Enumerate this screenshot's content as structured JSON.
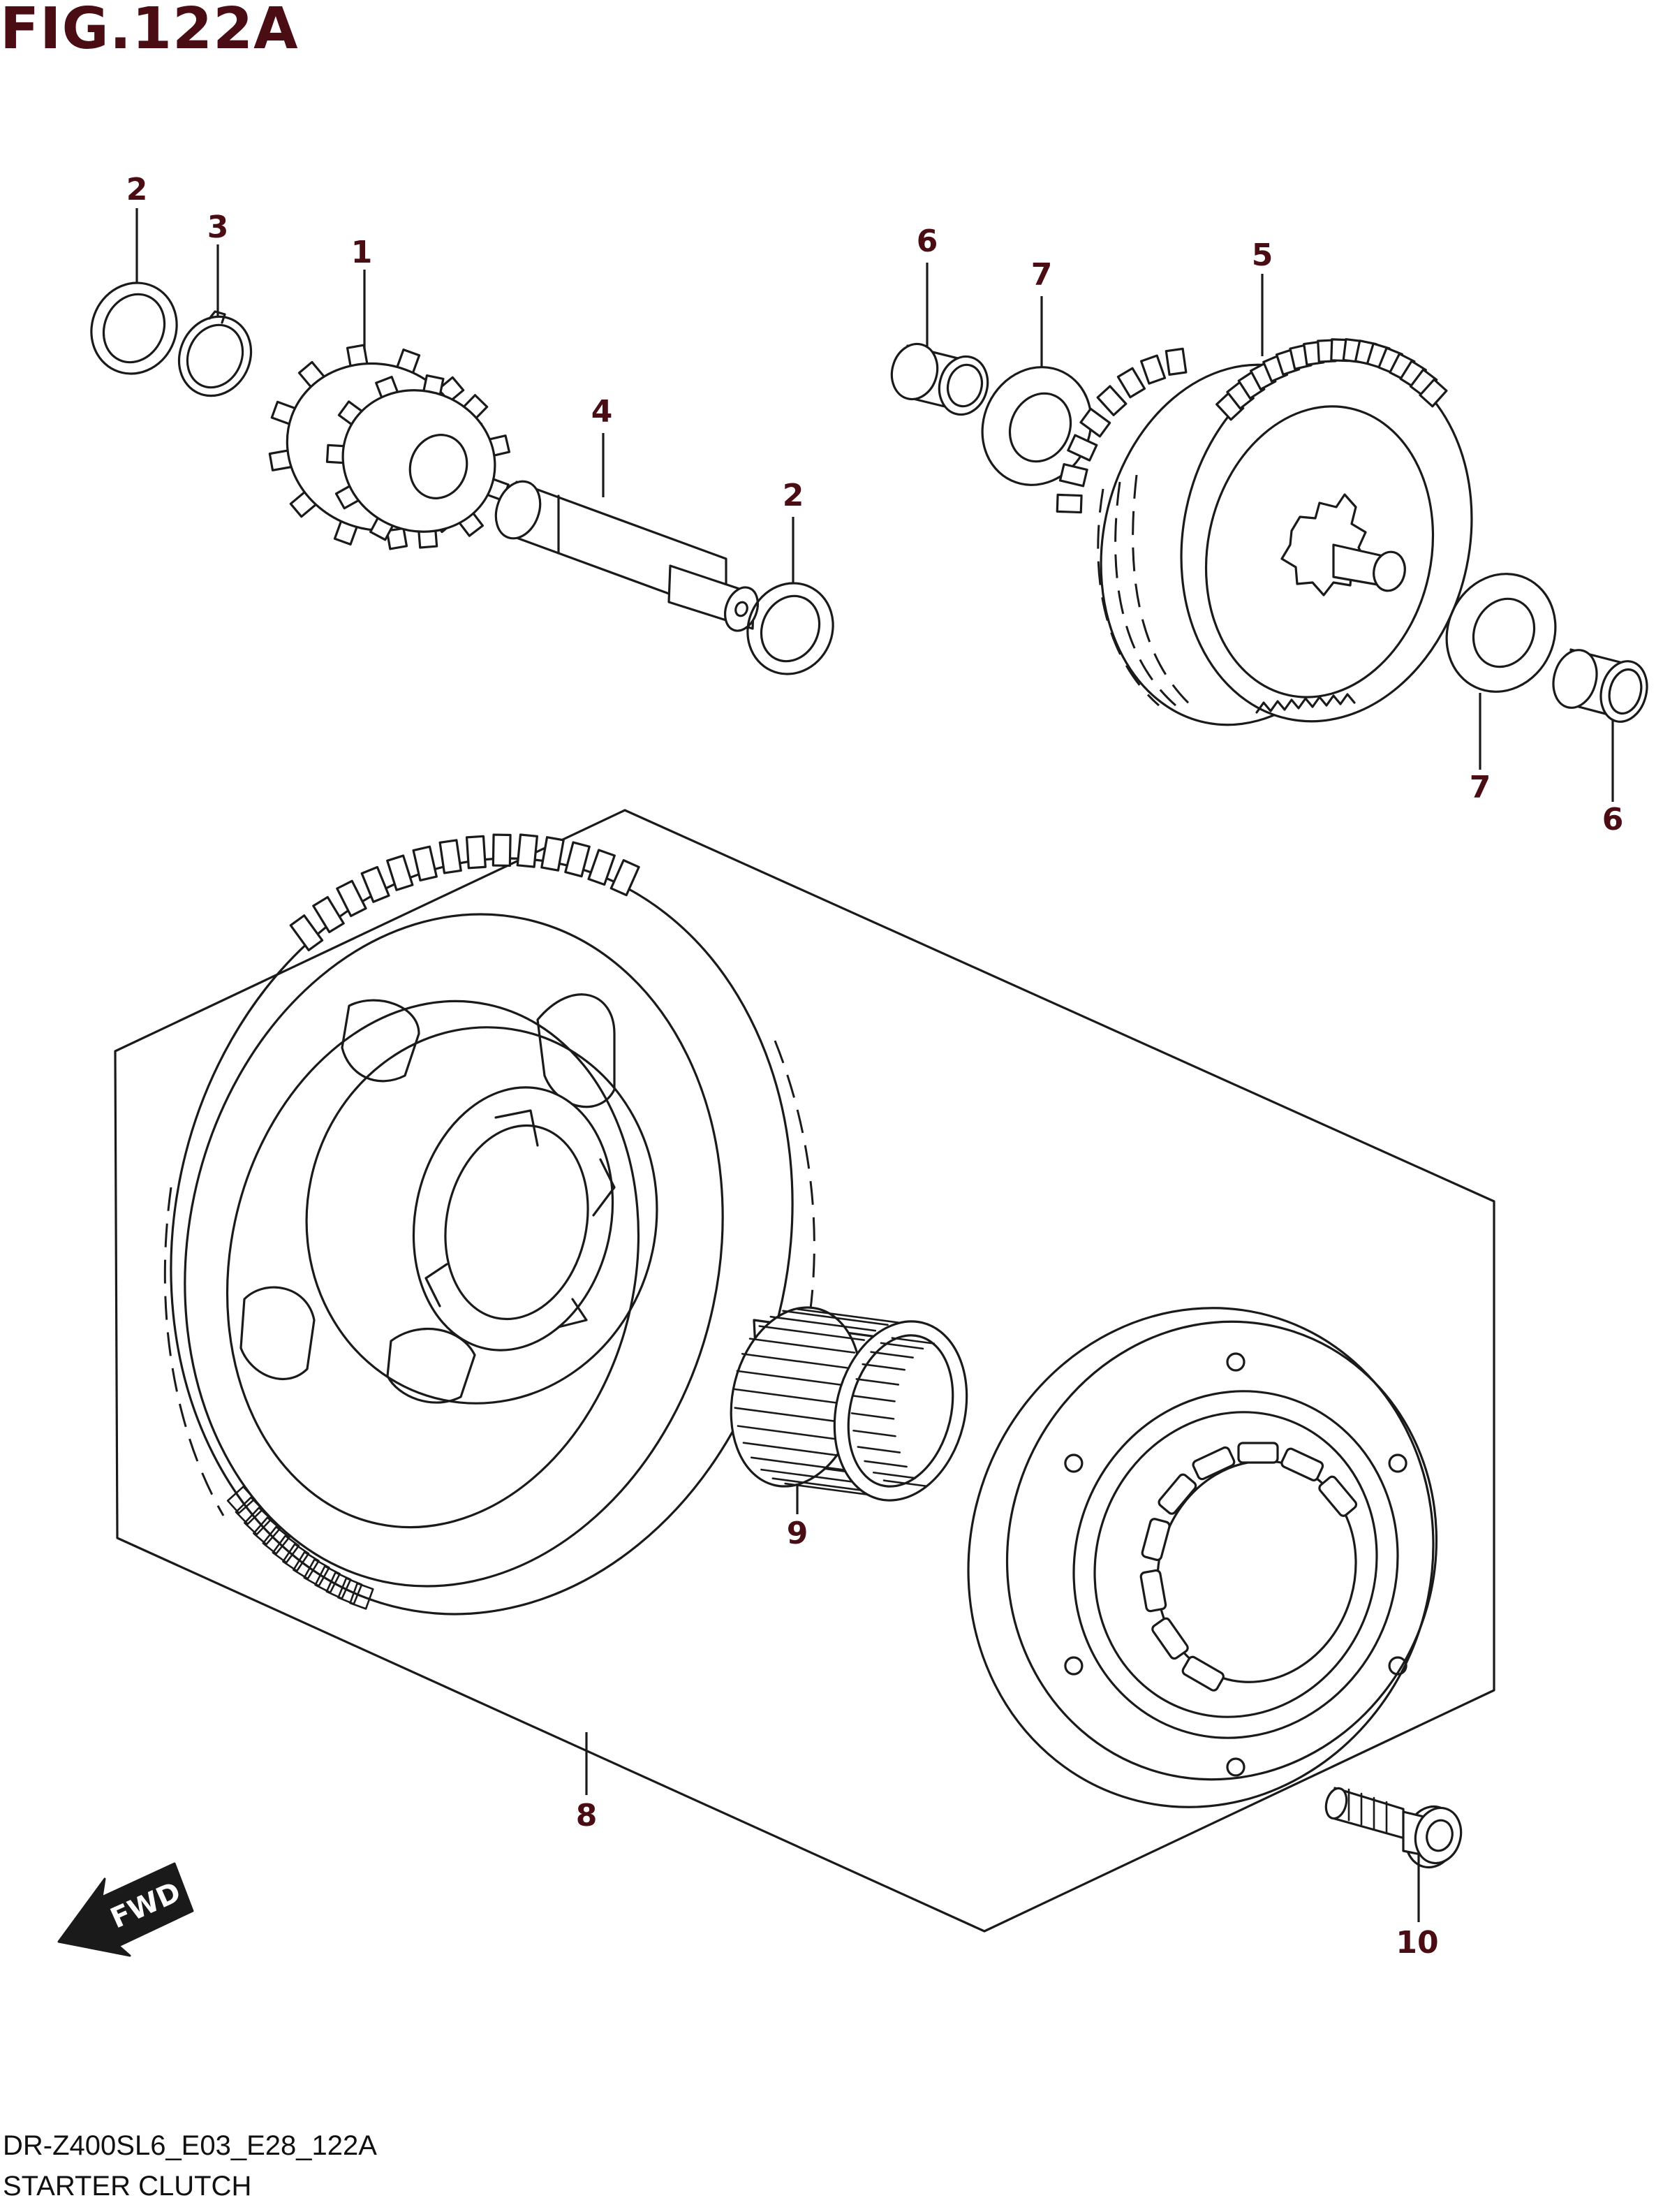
{
  "figure": {
    "title": "FIG.122A",
    "footer_code": "DR-Z400SL6_E03_E28_122A",
    "footer_name": "STARTER CLUTCH",
    "direction_label": "FWD"
  },
  "callouts": [
    "2",
    "3",
    "1",
    "4",
    "2",
    "6",
    "7",
    "5",
    "7",
    "6",
    "9",
    "8",
    "10"
  ],
  "colors": {
    "label": "#4a0d14",
    "line": "#1a1a1a"
  }
}
